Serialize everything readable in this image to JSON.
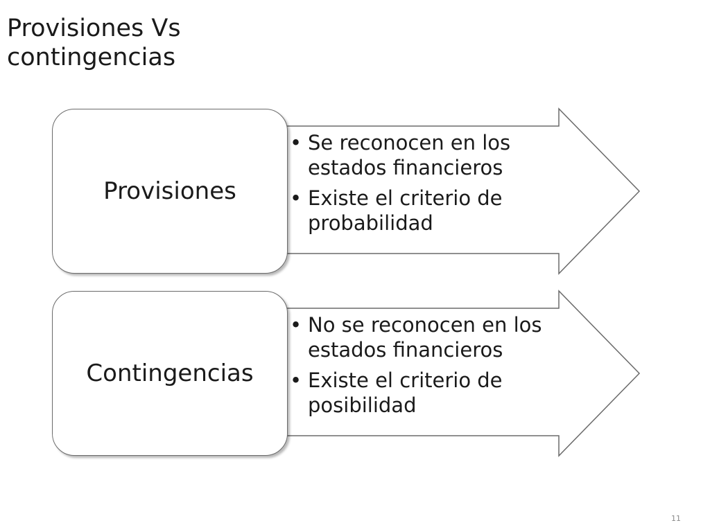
{
  "title": {
    "line1": "Provisiones Vs",
    "line2": "contingencias"
  },
  "rows": [
    {
      "label": "Provisiones",
      "bullets": [
        "Se reconocen en los estados financieros",
        "Existe el criterio de probabilidad"
      ]
    },
    {
      "label": "Contingencias",
      "bullets": [
        "No se reconocen en los estados financieros",
        "Existe el criterio de posibilidad"
      ]
    }
  ],
  "page_number": "11",
  "colors": {
    "text": "#1a1a1a",
    "border": "#6a6a6a",
    "arrow_fill": "#ffffff",
    "page_number": "#8a8a8a"
  }
}
